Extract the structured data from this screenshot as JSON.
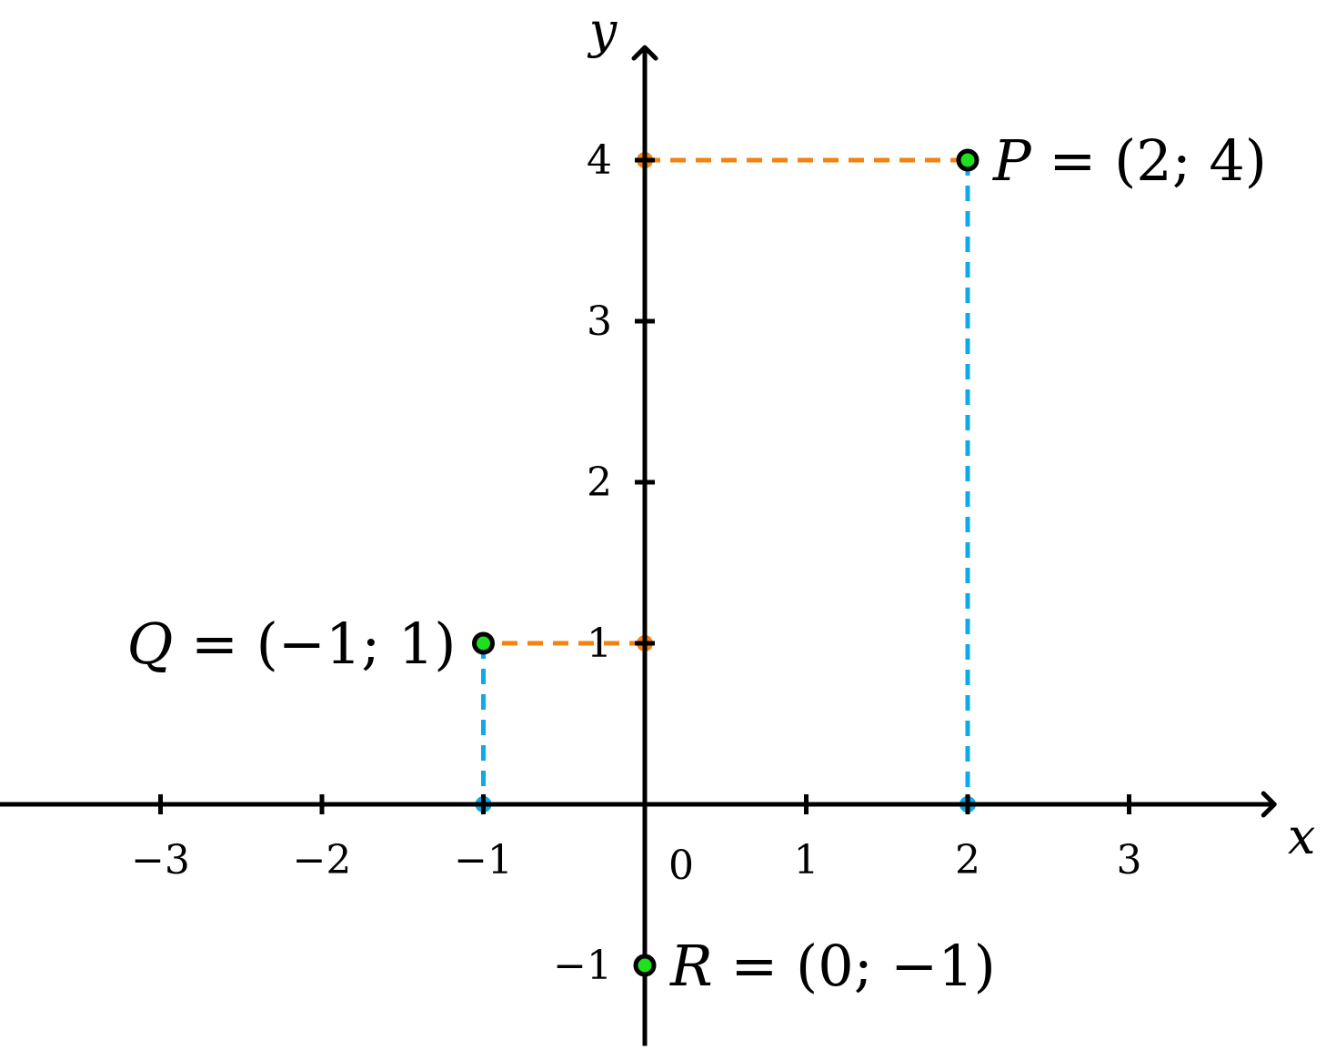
{
  "colors": {
    "axis": "#000000",
    "horizontal_guide": "#F5820F",
    "vertical_guide": "#0FA8E8",
    "point_fill": "#1FE01F",
    "point_outline": "#000000"
  },
  "axes": {
    "x_name": "x",
    "y_name": "y",
    "origin_label": "0",
    "x_ticks": [
      {
        "value": -3,
        "label": "−3"
      },
      {
        "value": -2,
        "label": "−2"
      },
      {
        "value": -1,
        "label": "−1"
      },
      {
        "value": 1,
        "label": "1"
      },
      {
        "value": 2,
        "label": "2"
      },
      {
        "value": 3,
        "label": "3"
      }
    ],
    "y_ticks": [
      {
        "value": -1,
        "label": "−1"
      },
      {
        "value": 1,
        "label": "1"
      },
      {
        "value": 2,
        "label": "2"
      },
      {
        "value": 3,
        "label": "3"
      },
      {
        "value": 4,
        "label": "4"
      }
    ],
    "xlim": [
      -4,
      3.9
    ],
    "ylim": [
      -1.5,
      4.7
    ]
  },
  "points": [
    {
      "x": 2,
      "y": 4,
      "label_name": "P",
      "label_rest": " = (2; 4)",
      "label_side": "right"
    },
    {
      "x": -1,
      "y": 1,
      "label_name": "Q",
      "label_rest": " = (−1; 1)",
      "label_side": "left"
    },
    {
      "x": 0,
      "y": -1,
      "label_name": "R",
      "label_rest": " = (0; −1)",
      "label_side": "right"
    }
  ]
}
